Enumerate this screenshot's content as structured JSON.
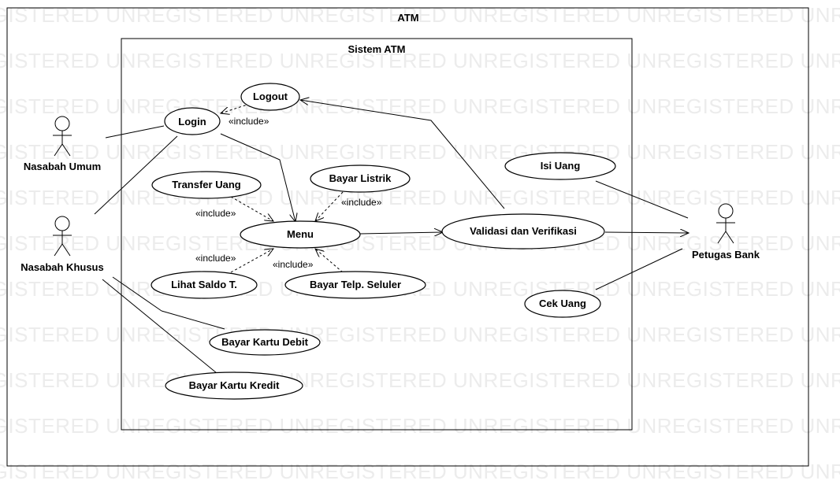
{
  "watermark": "UNREGISTERED",
  "diagram": {
    "outer_title": "ATM",
    "system_title": "Sistem ATM",
    "actors": {
      "umum": "Nasabah Umum",
      "khusus": "Nasabah Khusus",
      "petugas": "Petugas Bank"
    },
    "use_cases": {
      "logout": "Logout",
      "login": "Login",
      "transfer": "Transfer Uang",
      "listrik": "Bayar Listrik",
      "menu": "Menu",
      "saldo": "Lihat Saldo T.",
      "seluler": "Bayar Telp. Seluler",
      "debit": "Bayar Kartu Debit",
      "kredit": "Bayar Kartu Kredit",
      "validasi": "Validasi dan Verifikasi",
      "isi": "Isi Uang",
      "cek": "Cek Uang"
    },
    "include_label": "«include»"
  }
}
